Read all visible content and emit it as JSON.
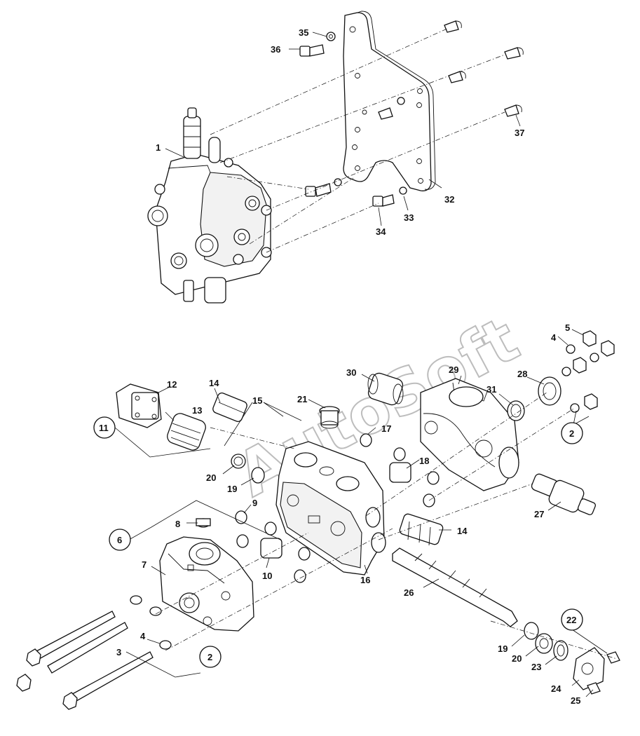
{
  "watermark": "AutoSoft",
  "callouts": [
    {
      "id": "c1",
      "text": "1"
    },
    {
      "id": "c2a",
      "text": "2"
    },
    {
      "id": "c2b",
      "text": "2"
    },
    {
      "id": "c3",
      "text": "3"
    },
    {
      "id": "c4a",
      "text": "4"
    },
    {
      "id": "c4b",
      "text": "4"
    },
    {
      "id": "c5",
      "text": "5"
    },
    {
      "id": "c6",
      "text": "6"
    },
    {
      "id": "c7",
      "text": "7"
    },
    {
      "id": "c8",
      "text": "8"
    },
    {
      "id": "c9",
      "text": "9"
    },
    {
      "id": "c10",
      "text": "10"
    },
    {
      "id": "c11",
      "text": "11"
    },
    {
      "id": "c12",
      "text": "12"
    },
    {
      "id": "c13",
      "text": "13"
    },
    {
      "id": "c14a",
      "text": "14"
    },
    {
      "id": "c14b",
      "text": "14"
    },
    {
      "id": "c15",
      "text": "15"
    },
    {
      "id": "c16",
      "text": "16"
    },
    {
      "id": "c17",
      "text": "17"
    },
    {
      "id": "c18",
      "text": "18"
    },
    {
      "id": "c19a",
      "text": "19"
    },
    {
      "id": "c19b",
      "text": "19"
    },
    {
      "id": "c20a",
      "text": "20"
    },
    {
      "id": "c20b",
      "text": "20"
    },
    {
      "id": "c21",
      "text": "21"
    },
    {
      "id": "c22",
      "text": "22"
    },
    {
      "id": "c23",
      "text": "23"
    },
    {
      "id": "c24",
      "text": "24"
    },
    {
      "id": "c25",
      "text": "25"
    },
    {
      "id": "c26",
      "text": "26"
    },
    {
      "id": "c27",
      "text": "27"
    },
    {
      "id": "c28",
      "text": "28"
    },
    {
      "id": "c29",
      "text": "29"
    },
    {
      "id": "c30",
      "text": "30"
    },
    {
      "id": "c31",
      "text": "31"
    },
    {
      "id": "c32",
      "text": "32"
    },
    {
      "id": "c33",
      "text": "33"
    },
    {
      "id": "c34",
      "text": "34"
    },
    {
      "id": "c35",
      "text": "35"
    },
    {
      "id": "c36",
      "text": "36"
    },
    {
      "id": "c37",
      "text": "37"
    }
  ]
}
